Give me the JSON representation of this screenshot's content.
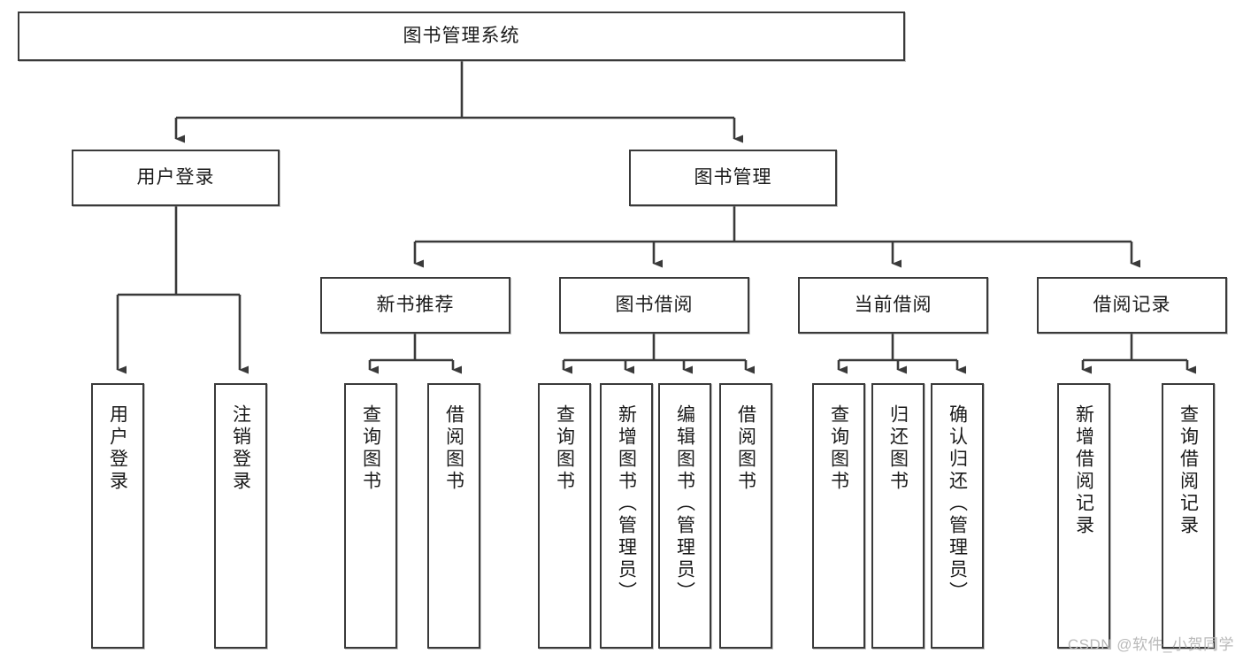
{
  "diagram": {
    "title": "图书管理系统",
    "type": "hierarchy-tree",
    "watermark": "CSDN @软件_小贺同学",
    "colors": {
      "box_border": "#3a3a3a",
      "box_fill": "#ffffff",
      "edge": "#3a3a3a",
      "text": "#1a1a1a",
      "watermark": "#b9b9b9"
    },
    "root": {
      "label": "图书管理系统"
    },
    "level2": [
      {
        "label": "用户登录"
      },
      {
        "label": "图书管理"
      }
    ],
    "level3": [
      {
        "label": "新书推荐"
      },
      {
        "label": "图书借阅"
      },
      {
        "label": "当前借阅"
      },
      {
        "label": "借阅记录"
      }
    ],
    "leaves": {
      "user_login": [
        {
          "label": "用户登录"
        },
        {
          "label": "注销登录"
        }
      ],
      "new_book_recommend": [
        {
          "label": "查询图书"
        },
        {
          "label": "借阅图书"
        }
      ],
      "book_borrow": [
        {
          "label": "查询图书"
        },
        {
          "label": "新增图书（管理员）"
        },
        {
          "label": "编辑图书（管理员）"
        },
        {
          "label": "借阅图书"
        }
      ],
      "current_borrow": [
        {
          "label": "查询图书"
        },
        {
          "label": "归还图书"
        },
        {
          "label": "确认归还（管理员）"
        }
      ],
      "borrow_record": [
        {
          "label": "新增借阅记录"
        },
        {
          "label": "查询借阅记录"
        }
      ]
    }
  }
}
